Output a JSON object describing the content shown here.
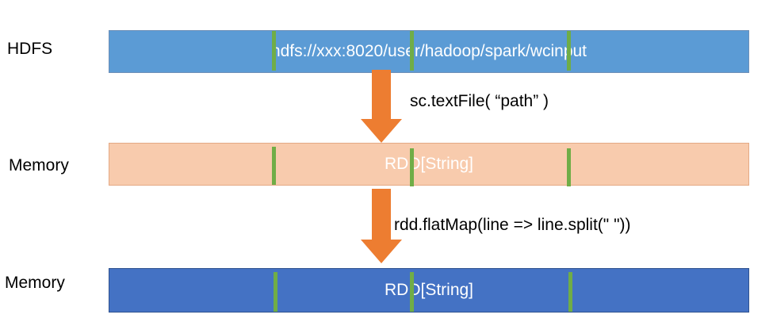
{
  "rows": [
    {
      "label": "HDFS",
      "band_text": "hdfs://xxx:8020/user/hadoop/spark/wcinput",
      "band_color": "#5b9bd5"
    },
    {
      "label": "Memory",
      "band_text": "RDD[String]",
      "band_color": "#f8cbad"
    },
    {
      "label": "Memory",
      "band_text": "RDD[String]",
      "band_color": "#4472c4"
    }
  ],
  "operations": [
    {
      "text": "sc.textFile( “path” )"
    },
    {
      "text": "rdd.flatMap(line => line.split(\" \"))"
    }
  ],
  "colors": {
    "arrow": "#ed7d31",
    "marker": "#70ad47"
  }
}
